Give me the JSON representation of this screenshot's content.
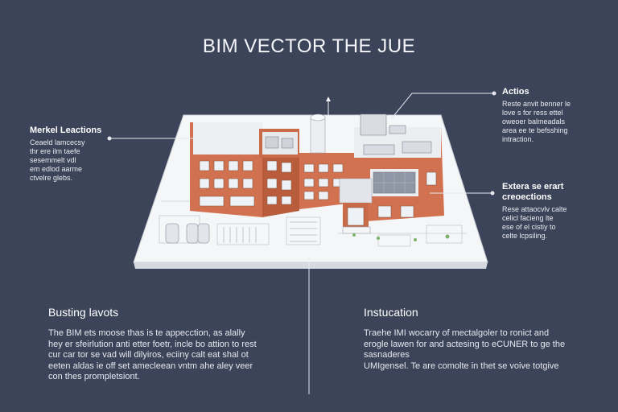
{
  "title": "BIM VECTOR THE JUE",
  "callouts": {
    "left": {
      "heading": "Merkel Leactions",
      "body": "Ceaeld lamcecsy\nthr ere ilm taefe\nsesemmelt vdl\nem edlod aarme\nctvelre glebs."
    },
    "top_right": {
      "heading": "Actios",
      "body": "Reste anvit benner le\nlove s for ress ettel\noweoer balmeadals\narea ee te befsshing\nintraction."
    },
    "right": {
      "heading": "Extera se erart\ncreoections",
      "body": "Rese attaocvlv calte\ncelicl facieng lte\nese of el cistiy to\ncelte lcpsiling."
    }
  },
  "sections": {
    "left": {
      "heading": "Busting lavots",
      "body": "The BIM ets moose thas is te appecction, as alally\nhey er sfeirlution anti etter foetr, incle bo attion to rest\ncur car tor se vad will dilyiros, eciiny calt eat shal ot\neeten aldas ie off set amecleean vntm ahe aley veer\ncon thes prompletsiont."
    },
    "right": {
      "heading": "Instucation",
      "body": "Traehe IMI wocarry of mectalgoler to ronict and\nerogle lawen for and actesing to eCUNER to ge the\nsasnaderes\nUMIgensel. Te are comolte in thet se voive totgive"
    }
  },
  "colors": {
    "background": "#3c4459",
    "brick": "#d2714f",
    "roof": "#efeff2",
    "ground": "#f4f5f7"
  }
}
